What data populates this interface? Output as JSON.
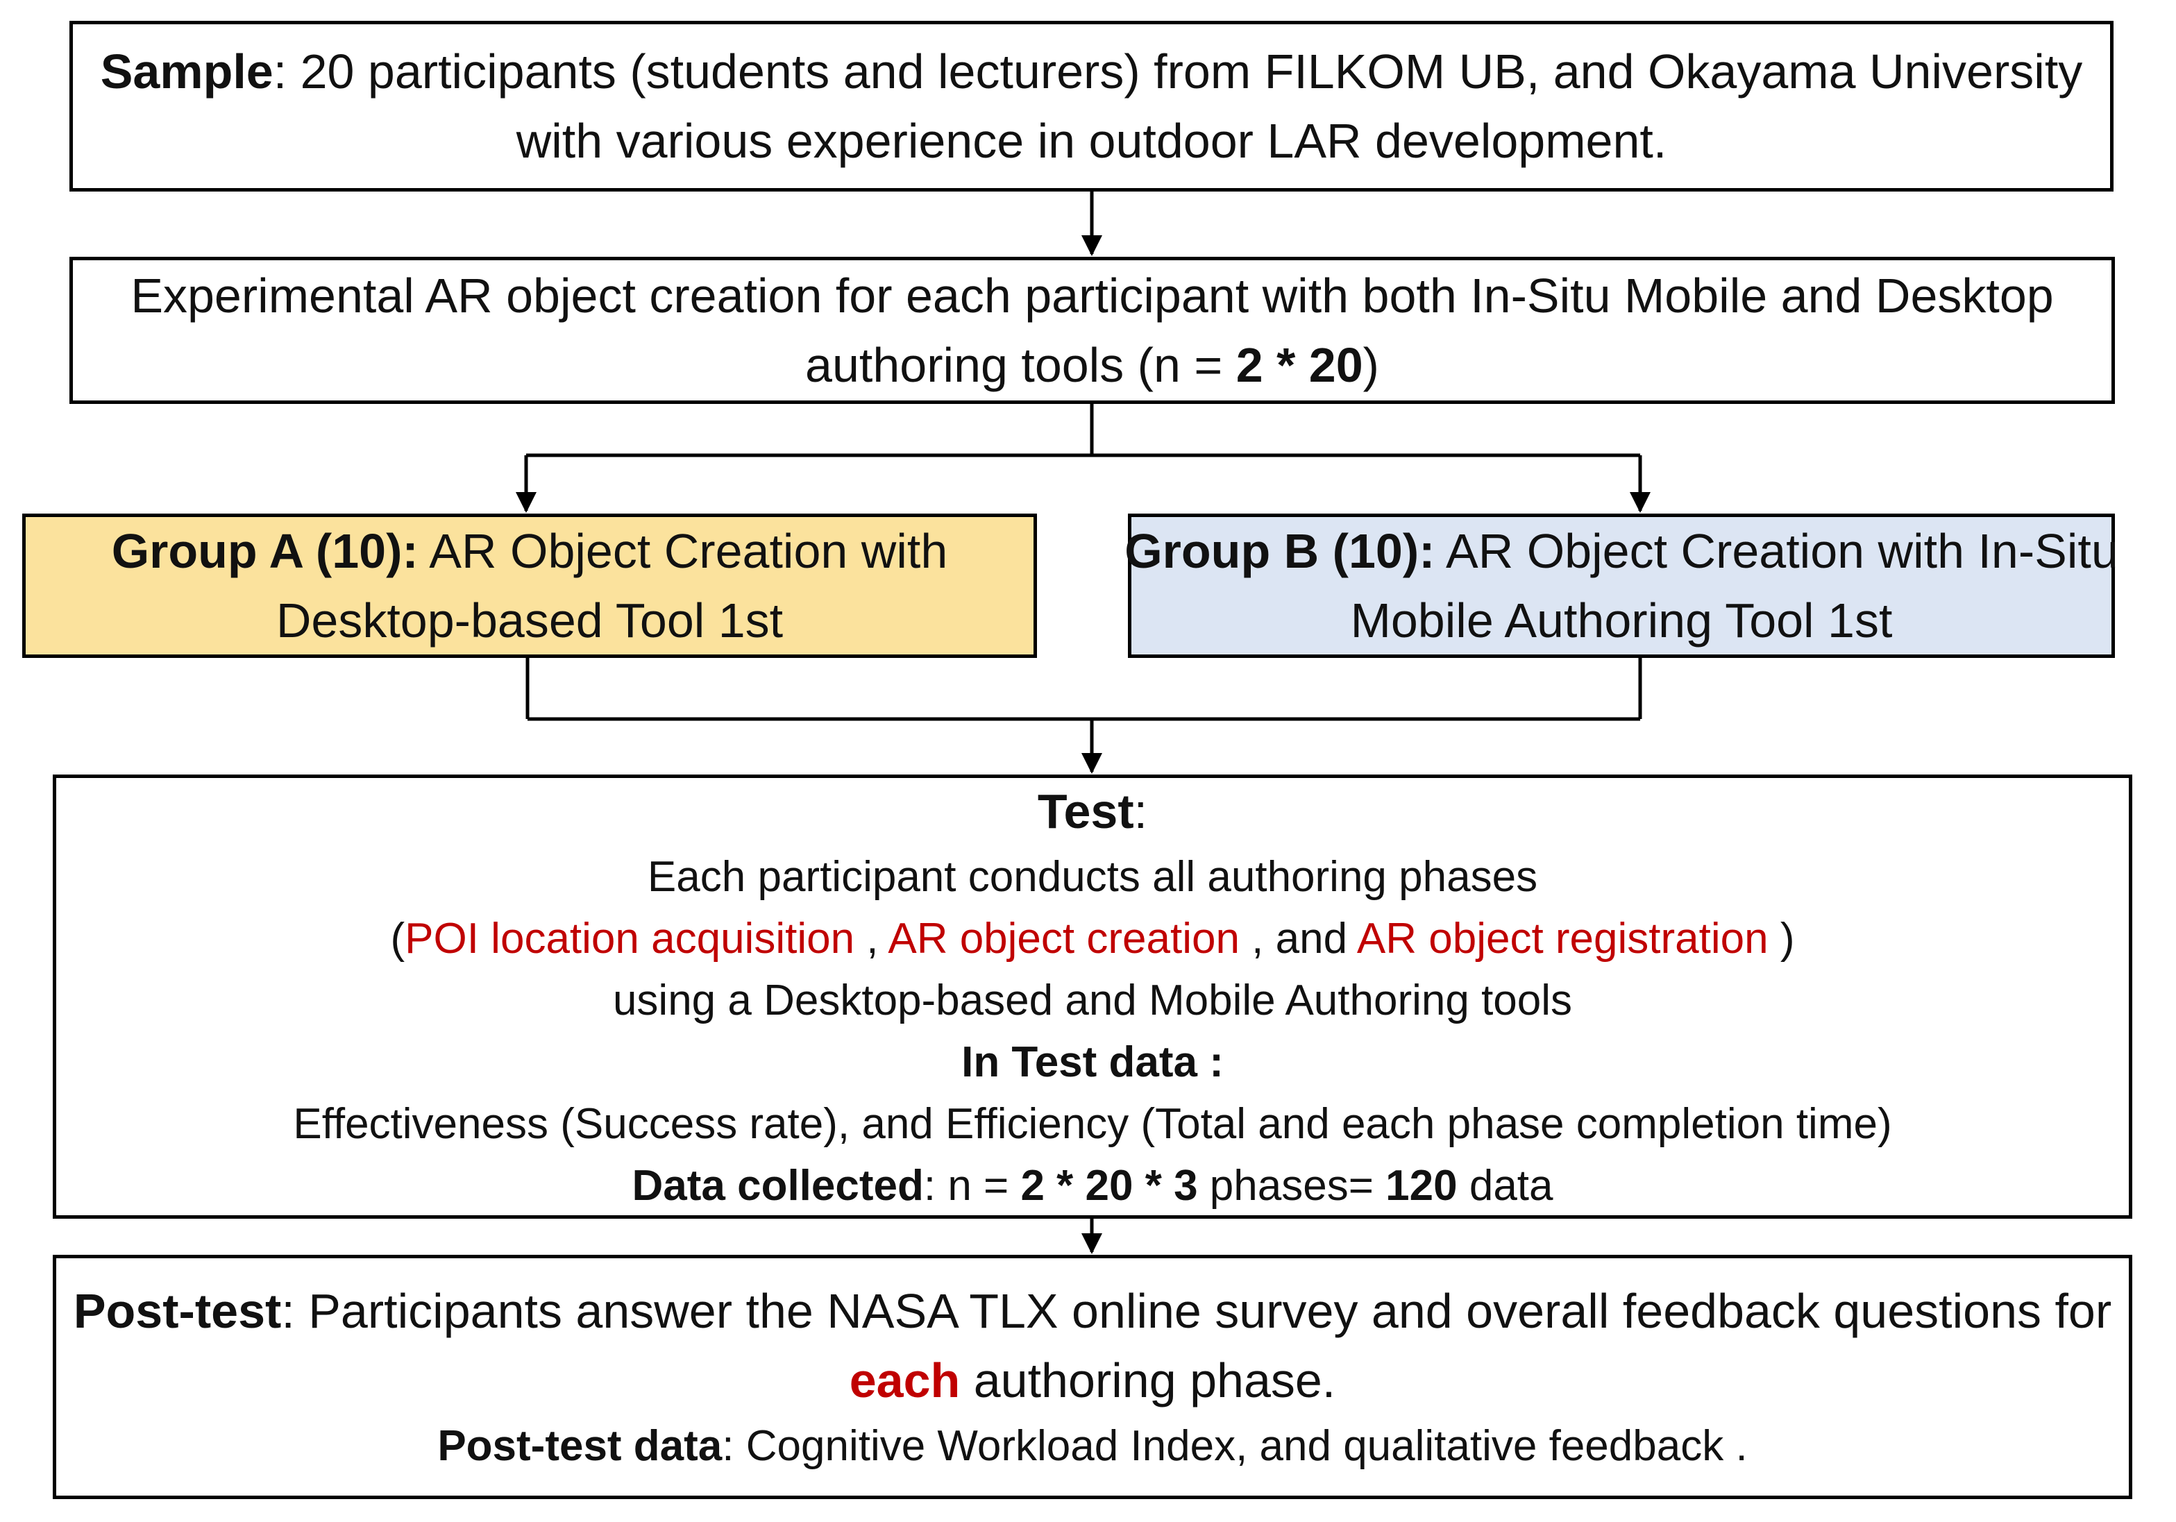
{
  "sample": {
    "label": "Sample",
    "text_1": ": 20 participants (students and lecturers) from FILKOM UB, and Okayama University",
    "text_2": "with various experience in outdoor LAR development."
  },
  "experiment": {
    "line_1": "Experimental AR object creation for each participant with both In-Situ Mobile and Desktop",
    "line_2_prefix": "authoring tools (n = ",
    "line_2_bold": "2 * 20",
    "line_2_suffix": ")"
  },
  "group_a": {
    "label": "Group A (10):",
    "text_1": " AR Object Creation with",
    "text_2": "Desktop-based Tool 1st",
    "fill_color": "#fbe29d"
  },
  "group_b": {
    "label": "Group B (10):",
    "text_1": " AR Object Creation with In-Situ",
    "text_2": "Mobile Authoring Tool 1st",
    "fill_color": "#dce5f3"
  },
  "test": {
    "title": "Test",
    "title_suffix": ":",
    "line_1": "Each participant conducts all authoring phases",
    "phase_open": "(",
    "phase_1": "POI location acquisition",
    "sep_1": " , ",
    "phase_2": "AR object creation",
    "sep_2": " , and ",
    "phase_3": "AR object registration",
    "phase_close": " )",
    "line_3": "using a Desktop-based and Mobile Authoring tools",
    "data_heading": "In Test data :",
    "data_line": "Effectiveness (Success rate), and Efficiency (Total and each phase completion time)",
    "collected_label": "Data collected",
    "collected_text_1": ": n = ",
    "collected_bold_1": "2 * 20 * 3",
    "collected_text_2": " phases= ",
    "collected_bold_2": "120",
    "collected_text_3": " data",
    "phase_color": "#c00000"
  },
  "posttest": {
    "label": "Post-test",
    "text_1": ": Participants answer the NASA TLX online survey and overall feedback questions for",
    "emphasis": "each",
    "text_2": " authoring phase.",
    "data_label": "Post-test data",
    "data_text": ": Cognitive Workload Index, and qualitative feedback  ."
  }
}
